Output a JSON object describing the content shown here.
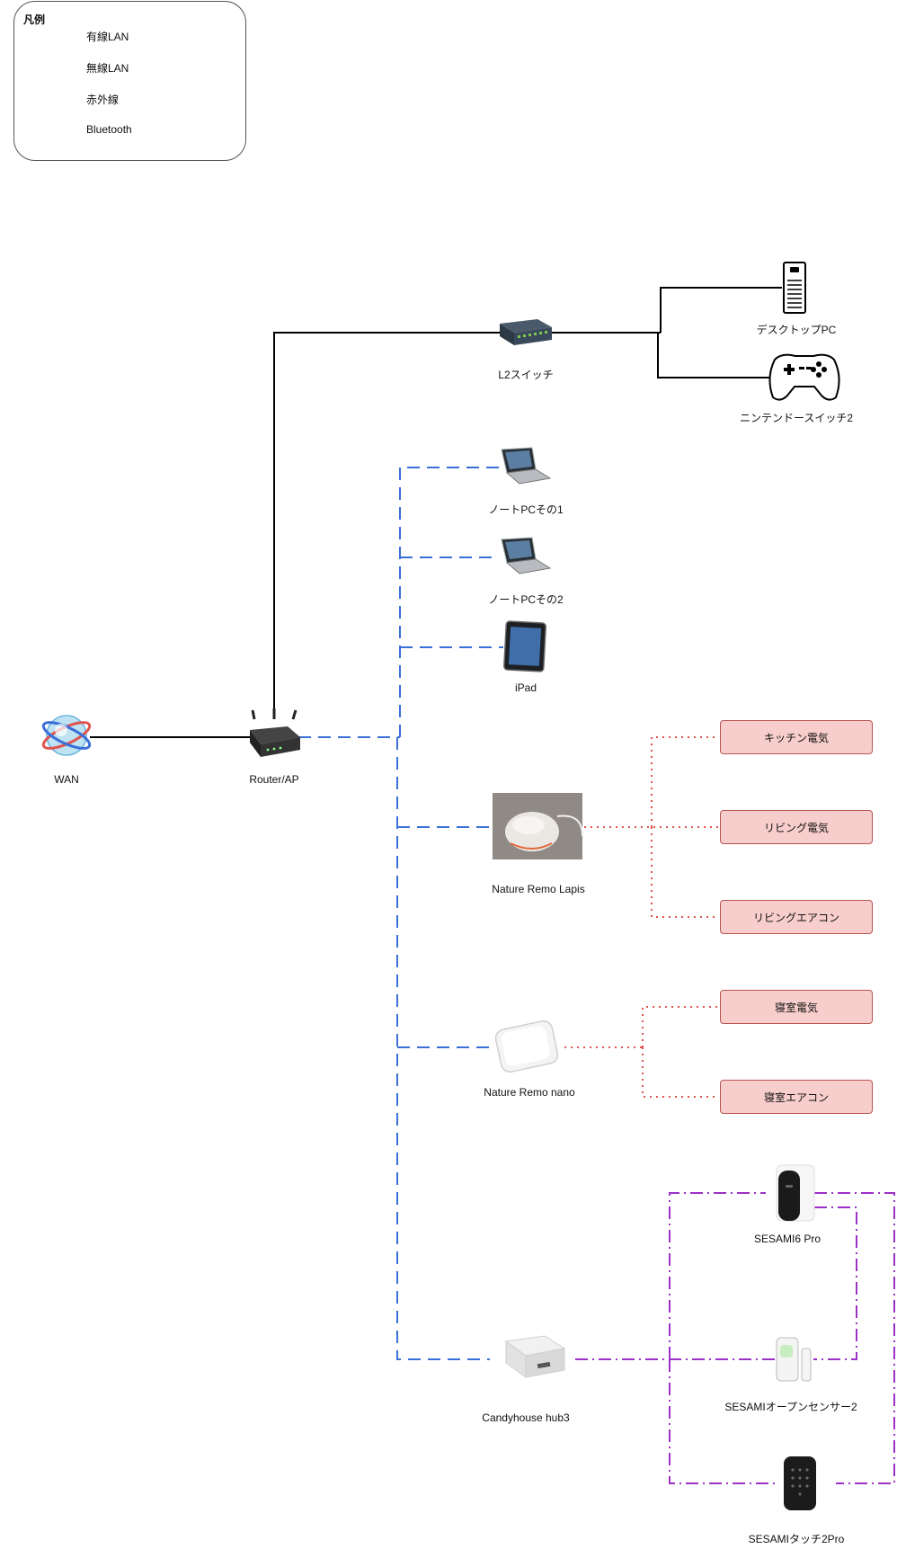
{
  "legend": {
    "title": "凡例",
    "items": [
      {
        "label": "有線LAN",
        "style": "solid",
        "color": "#000000"
      },
      {
        "label": "無線LAN",
        "style": "dashed",
        "color": "#3b6fd8"
      },
      {
        "label": "赤外線",
        "style": "dotted",
        "color": "#e0544f"
      },
      {
        "label": "Bluetooth",
        "style": "dash-dot",
        "color": "#9b31c6"
      }
    ]
  },
  "nodes": {
    "wan": "WAN",
    "router": "Router/AP",
    "l2switch": "L2スイッチ",
    "desktop": "デスクトップPC",
    "switch2": "ニンテンドースイッチ2",
    "laptop1": "ノートPCその1",
    "laptop2": "ノートPCその2",
    "ipad": "iPad",
    "remo_lapis": "Nature Remo Lapis",
    "remo_nano": "Nature Remo nano",
    "hub3": "Candyhouse hub3",
    "sesami6": "SESAMI6 Pro",
    "open_sensor": "SESAMIオープンセンサー2",
    "touch2": "SESAMIタッチ2Pro"
  },
  "appliances": {
    "kitchen_light": "キッチン電気",
    "living_light": "リビング電気",
    "living_ac": "リビングエアコン",
    "bedroom_light": "寝室電気",
    "bedroom_ac": "寝室エアコン"
  },
  "colors": {
    "wired": "#000000",
    "wireless": "#3b6fd8",
    "infrared": "#e0544f",
    "bluetooth": "#9b31c6",
    "appliance_fill": "#f8cecc",
    "appliance_border": "#b85450"
  }
}
